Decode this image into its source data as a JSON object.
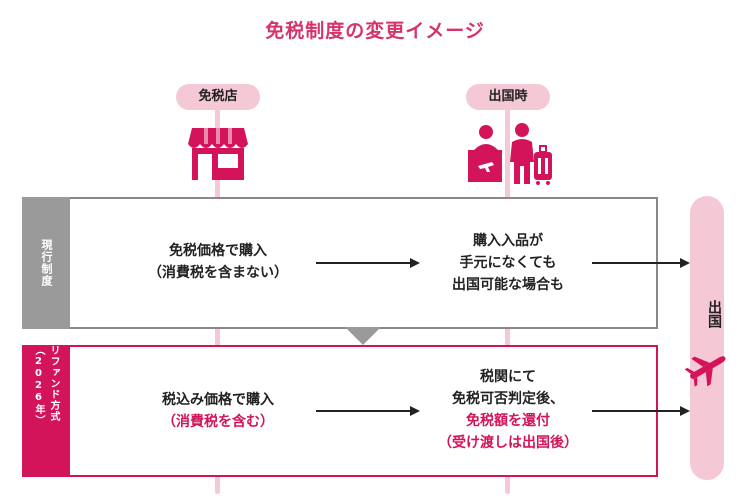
{
  "title": "免税制度の変更イメージ",
  "columns": {
    "store": "免税店",
    "departure_time": "出国時"
  },
  "current_system": {
    "label": "現行制度",
    "purchase": [
      "免税価格で購入",
      "（消費税を含まない）"
    ],
    "result": [
      "購入入品が",
      "手元になくても",
      "出国可能な場合も"
    ]
  },
  "refund_system": {
    "label": "リファンド方式（2026年）",
    "purchase": [
      "税込み価格で購入",
      "（消費税を含む）"
    ],
    "result": [
      "税関にて",
      "免税可否判定後、",
      "免税額を還付",
      "（受け渡しは出国後）"
    ]
  },
  "departure": "出国",
  "colors": {
    "accent": "#d4145a",
    "pink_light": "#f5c8d6",
    "gray": "#9a9a9a"
  },
  "icons": [
    "store-icon",
    "customs-officer-icon",
    "traveler-with-suitcase-icon",
    "airplane-icon"
  ]
}
